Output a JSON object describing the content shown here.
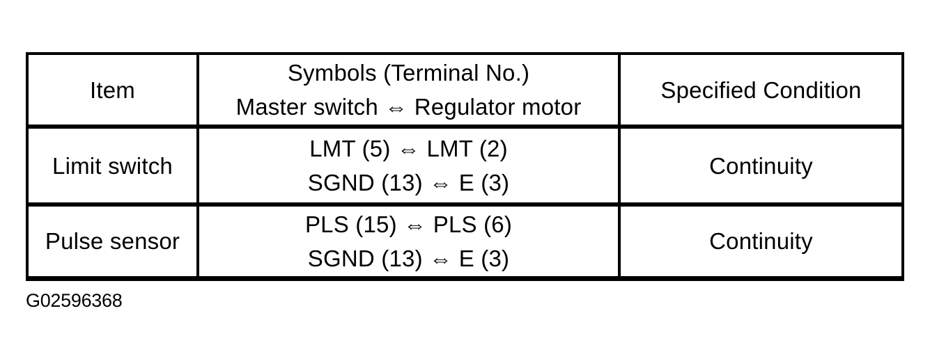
{
  "page": {
    "background_color": "#ffffff",
    "ink_color": "#000000"
  },
  "figure_label": "G02596368",
  "chart_data": {
    "type": "table",
    "columns": [
      "Item",
      "Symbols (Terminal No.) Master switch ⇔ Regulator motor",
      "Specified Condition"
    ],
    "rows": [
      [
        "Limit switch",
        "LMT (5) ⇔ LMT (2) / SGND (13) ⇔ E (3)",
        "Continuity"
      ],
      [
        "Pulse sensor",
        "PLS (15) ⇔ PLS (6) / SGND (13) ⇔ E (3)",
        "Continuity"
      ]
    ]
  },
  "table": {
    "header": {
      "item": "Item",
      "symbols_line1": "Symbols (Terminal No.)",
      "symbols_line2": "Master switch ⇔ Regulator motor",
      "condition": "Specified Condition"
    },
    "rows": [
      {
        "item": "Limit switch",
        "symbols_line1": "LMT (5) ⇔ LMT (2)",
        "symbols_line2": "SGND (13) ⇔ E (3)",
        "condition": "Continuity"
      },
      {
        "item": "Pulse sensor",
        "symbols_line1": "PLS (15) ⇔ PLS (6)",
        "symbols_line2": "SGND (13) ⇔ E (3)",
        "condition": "Continuity"
      }
    ]
  }
}
